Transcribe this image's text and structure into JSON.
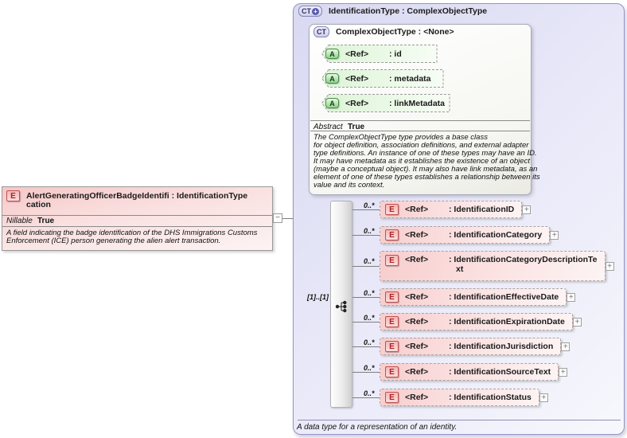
{
  "glyphs": {
    "expand": "+",
    "collapse": "−"
  },
  "icons": {
    "element": "E",
    "attribute": "A",
    "complex_type": "CT",
    "plus_badge": "+"
  },
  "colors": {
    "element_fill": "#f8cdcd",
    "element_border": "#bb4a4a",
    "attribute_fill": "#d9f2d2",
    "attribute_border": "#4a8a4a",
    "complex_fill": "#dedef5",
    "complex_border": "#9494c8"
  },
  "root_element": {
    "title_line1": "AlertGeneratingOfficerBadgeIdentifi : IdentificationType",
    "title_line2": "cation",
    "nillable_label": "Nillable",
    "nillable_value": "True",
    "description_lines": [
      "A field indicating the badge identification of the DHS Immigrations Customs",
      "Enforcement (ICE) person generating the alien alert transaction."
    ]
  },
  "type_box": {
    "title": "IdentificationType : ComplexObjectType",
    "footer": "A data type for a representation of an identity.",
    "base_type_box": {
      "title": "ComplexObjectType : <None>",
      "attributes": [
        {
          "ref": "<Ref>",
          "name": ": id"
        },
        {
          "ref": "<Ref>",
          "name": ": metadata"
        },
        {
          "ref": "<Ref>",
          "name": ": linkMetadata"
        }
      ],
      "abstract_label": "Abstract",
      "abstract_value": "True",
      "description_lines": [
        "The ComplexObjectType type provides a base class",
        "for object definition, association definitions, and external adapter",
        "type definitions. An instance of one of these types may have an ID.",
        "It may have metadata as it establishes the existence of an object",
        "(maybe a conceptual object). It may also have link metadata, as an",
        "element of one of these types establishes a relationship between its",
        "value and its context."
      ]
    },
    "sequence": {
      "occurrence": "[1]..[1]"
    },
    "elements": [
      {
        "cardinality": "0..*",
        "ref": "<Ref>",
        "name": ": IdentificationID",
        "name2": ""
      },
      {
        "cardinality": "0..*",
        "ref": "<Ref>",
        "name": ": IdentificationCategory",
        "name2": ""
      },
      {
        "cardinality": "0..*",
        "ref": "<Ref>",
        "name": ": IdentificationCategoryDescriptionTe",
        "name2": "xt"
      },
      {
        "cardinality": "0..*",
        "ref": "<Ref>",
        "name": ": IdentificationEffectiveDate",
        "name2": ""
      },
      {
        "cardinality": "0..*",
        "ref": "<Ref>",
        "name": ": IdentificationExpirationDate",
        "name2": ""
      },
      {
        "cardinality": "0..*",
        "ref": "<Ref>",
        "name": ": IdentificationJurisdiction",
        "name2": ""
      },
      {
        "cardinality": "0..*",
        "ref": "<Ref>",
        "name": ": IdentificationSourceText",
        "name2": ""
      },
      {
        "cardinality": "0..*",
        "ref": "<Ref>",
        "name": ": IdentificationStatus",
        "name2": ""
      }
    ]
  }
}
